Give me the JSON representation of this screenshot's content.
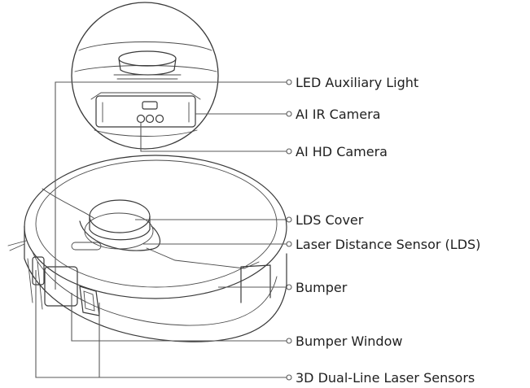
{
  "labels": {
    "led_auxiliary_light": "LED Auxiliary Light",
    "ai_ir_camera": "AI IR Camera",
    "ai_hd_camera": "AI HD Camera",
    "lds_cover": "LDS Cover",
    "laser_distance_sensor": "Laser Distance Sensor (LDS)",
    "bumper": "Bumper",
    "bumper_window": "Bumper Window",
    "dual_line_laser_sensors": "3D Dual-Line Laser Sensors"
  }
}
